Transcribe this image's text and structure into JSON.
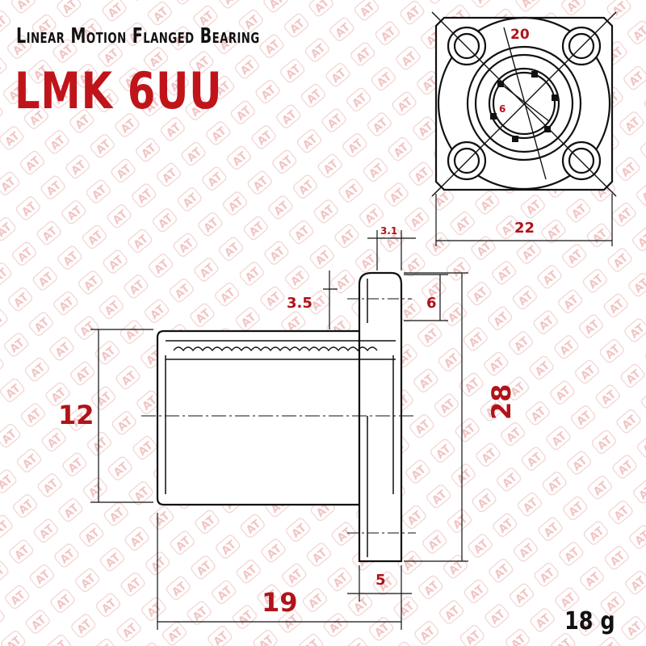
{
  "header": {
    "subtitle": "Linear Motion Flanged Bearing",
    "model": "LMK 6UU"
  },
  "weight": "18 g",
  "watermark": "AT",
  "dimensions": {
    "flange_pcd": "20",
    "bore": "6",
    "flange_width": "22",
    "flange_offset": "3.1",
    "hole_offset": "3.5",
    "hole_dia": "6",
    "body_dia": "12",
    "flange_height": "28",
    "length": "19",
    "flange_thickness": "5"
  },
  "colors": {
    "accent": "#c0141b",
    "line": "#111111",
    "watermark": "#f2c9c9"
  }
}
